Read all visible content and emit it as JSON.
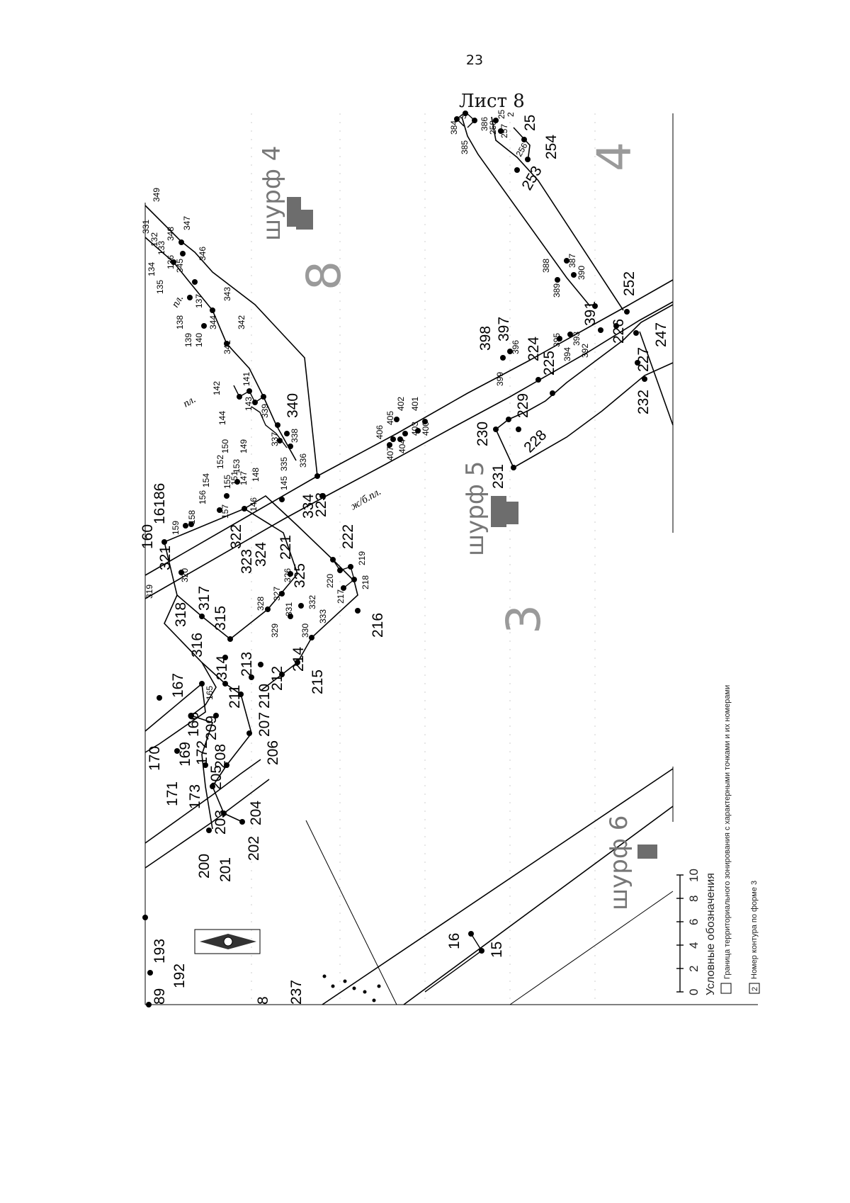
{
  "page": {
    "number": "23",
    "sheet_title": "Лист 8"
  },
  "zones": [
    "8",
    "4",
    "3"
  ],
  "pits": [
    "шурф 4",
    "шурф 5",
    "шурф 6"
  ],
  "labels": {
    "pl_1": "пл.",
    "pl_2": "пл.",
    "rail": "ж/б.пл."
  },
  "points_large": [
    "25",
    "254",
    "253",
    "252",
    "226",
    "247",
    "227",
    "232",
    "398",
    "397",
    "224",
    "225",
    "391",
    "229",
    "228",
    "230",
    "231",
    "340",
    "161",
    "86",
    "160",
    "322",
    "323",
    "324",
    "221",
    "222",
    "325",
    "334",
    "223",
    "216",
    "214",
    "215",
    "314",
    "213",
    "212",
    "211",
    "210",
    "209",
    "207",
    "206",
    "167",
    "166",
    "169",
    "172",
    "208",
    "170",
    "205",
    "171",
    "173",
    "203",
    "204",
    "200",
    "201",
    "202",
    "193",
    "192",
    "89",
    "16",
    "15",
    "237",
    "8",
    "318",
    "317",
    "316",
    "315",
    "321"
  ],
  "points_small": [
    "384",
    "3",
    "386",
    "25",
    "2",
    "385",
    "258",
    "257",
    "256",
    "388",
    "387",
    "389",
    "390",
    "395",
    "394",
    "393",
    "392",
    "396",
    "399",
    "401",
    "402",
    "405",
    "406",
    "403",
    "407",
    "404",
    "400",
    "349",
    "331",
    "132",
    "133",
    "134",
    "135",
    "136",
    "345",
    "346",
    "347",
    "348",
    "137",
    "138",
    "139",
    "140",
    "341",
    "342",
    "343",
    "344",
    "142",
    "141",
    "143",
    "144",
    "339",
    "338",
    "337",
    "336",
    "335",
    "145",
    "146",
    "149",
    "150",
    "152",
    "153",
    "151",
    "147",
    "148",
    "154",
    "156",
    "155",
    "157",
    "158",
    "159",
    "320",
    "319",
    "326",
    "327",
    "328",
    "329",
    "330",
    "331",
    "332",
    "333",
    "217",
    "218",
    "219",
    "220",
    "165"
  ],
  "legend": {
    "title": "Условные обозначения",
    "item1": "Граница территориального зонирования с характерными точками и их номерами",
    "item2": "Номер контура по форме 3",
    "item2_box": "2",
    "scale_ticks": [
      "0",
      "2",
      "4",
      "6",
      "8",
      "10"
    ]
  }
}
